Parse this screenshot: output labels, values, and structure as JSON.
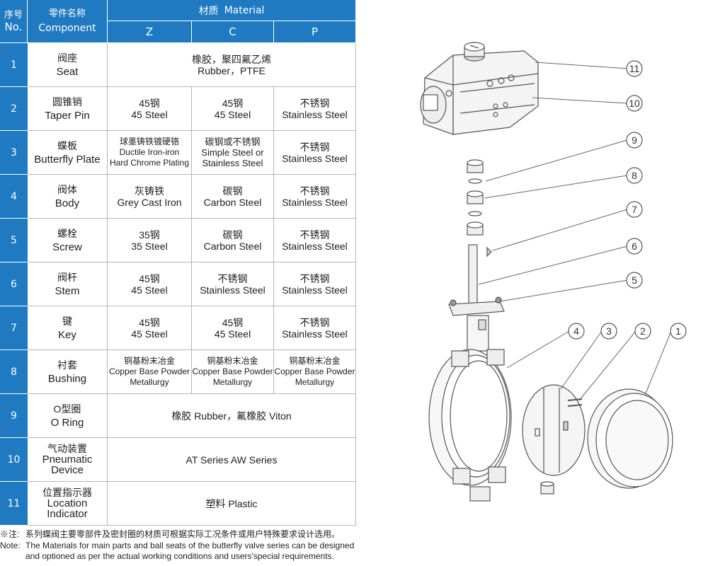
{
  "header": {
    "no_cn": "序号",
    "no_en": "No.",
    "component_cn": "零件名称",
    "component_en": "Component",
    "material_cn": "材质",
    "material_en": "Material",
    "col_z": "Z",
    "col_c": "C",
    "col_p": "P"
  },
  "rows": [
    {
      "no": "1",
      "cn": "阀座",
      "en": [
        "Seat"
      ],
      "merged": [
        "橡胶，聚四氟乙烯",
        "Rubber，PTFE"
      ]
    },
    {
      "no": "2",
      "cn": "圆锥销",
      "en": [
        "Taper Pin"
      ],
      "z": [
        "45钢",
        "45 Steel"
      ],
      "c": [
        "45钢",
        "45 Steel"
      ],
      "p": [
        "不锈钢",
        "Stainless Steel"
      ]
    },
    {
      "no": "3",
      "cn": "蝶板",
      "en": [
        "Butterfly Plate"
      ],
      "z": [
        "球墨铸铁镀硬铬",
        "Ductile Iron-iron",
        "Hard Chrome Plating"
      ],
      "c": [
        "碳钢或不锈钢",
        "Simple Steel or",
        "Stainless Steel"
      ],
      "p": [
        "不锈钢",
        "Stainless Steel"
      ]
    },
    {
      "no": "4",
      "cn": "阀体",
      "en": [
        "Body"
      ],
      "z": [
        "灰铸铁",
        "Grey Cast Iron"
      ],
      "c": [
        "碳钢",
        "Carbon Steel"
      ],
      "p": [
        "不锈钢",
        "Stainless Steel"
      ]
    },
    {
      "no": "5",
      "cn": "螺栓",
      "en": [
        "Screw"
      ],
      "z": [
        "35钢",
        "35 Steel"
      ],
      "c": [
        "碳钢",
        "Carbon Steel"
      ],
      "p": [
        "不锈钢",
        "Stainless Steel"
      ]
    },
    {
      "no": "6",
      "cn": "阀杆",
      "en": [
        "Stem"
      ],
      "z": [
        "45钢",
        "45 Steel"
      ],
      "c": [
        "不锈钢",
        "Stainless Steel"
      ],
      "p": [
        "不锈钢",
        "Stainless Steel"
      ]
    },
    {
      "no": "7",
      "cn": "键",
      "en": [
        "Key"
      ],
      "z": [
        "45钢",
        "45 Steel"
      ],
      "c": [
        "45钢",
        "45 Steel"
      ],
      "p": [
        "不锈钢",
        "Stainless Steel"
      ]
    },
    {
      "no": "8",
      "cn": "衬套",
      "en": [
        "Bushing"
      ],
      "z": [
        "铜基粉末冶金",
        "Copper Base Powder",
        "Metallurgy"
      ],
      "c": [
        "铜基粉末冶金",
        "Copper Base Powder",
        "Metallurgy"
      ],
      "p": [
        "铜基粉末冶金",
        "Copper Base Powder",
        "Metallurgy"
      ]
    },
    {
      "no": "9",
      "cn": "O型圈",
      "en": [
        "O Ring"
      ],
      "merged": [
        "橡胶 Rubber，氟橡胶 Viton"
      ]
    },
    {
      "no": "10",
      "cn": "气动装置",
      "en": [
        "Pneumatic",
        "Device"
      ],
      "merged": [
        "AT Series   AW Series"
      ]
    },
    {
      "no": "11",
      "cn": "位置指示器",
      "en": [
        "Location",
        "Indicator"
      ],
      "merged": [
        "塑料 Plastic"
      ]
    }
  ],
  "notes": {
    "cn_label": "※注:",
    "cn_text": "系列蝶阀主要零部件及密封圈的材质可根据实际工况条件或用户特殊要求设计选用。",
    "en_label": "Note:",
    "en_line1": "The Materials for main parts and ball seats of the butterfly valve series can be designed",
    "en_line2": "and optioned as per the actual working conditions and users'special requirements."
  },
  "callouts": [
    "11",
    "10",
    "9",
    "8",
    "7",
    "6",
    "5",
    "4",
    "3",
    "2",
    "1"
  ],
  "colors": {
    "header_blue": "#1f7ac2",
    "grid": "#b5b5b5",
    "line": "#555555"
  }
}
